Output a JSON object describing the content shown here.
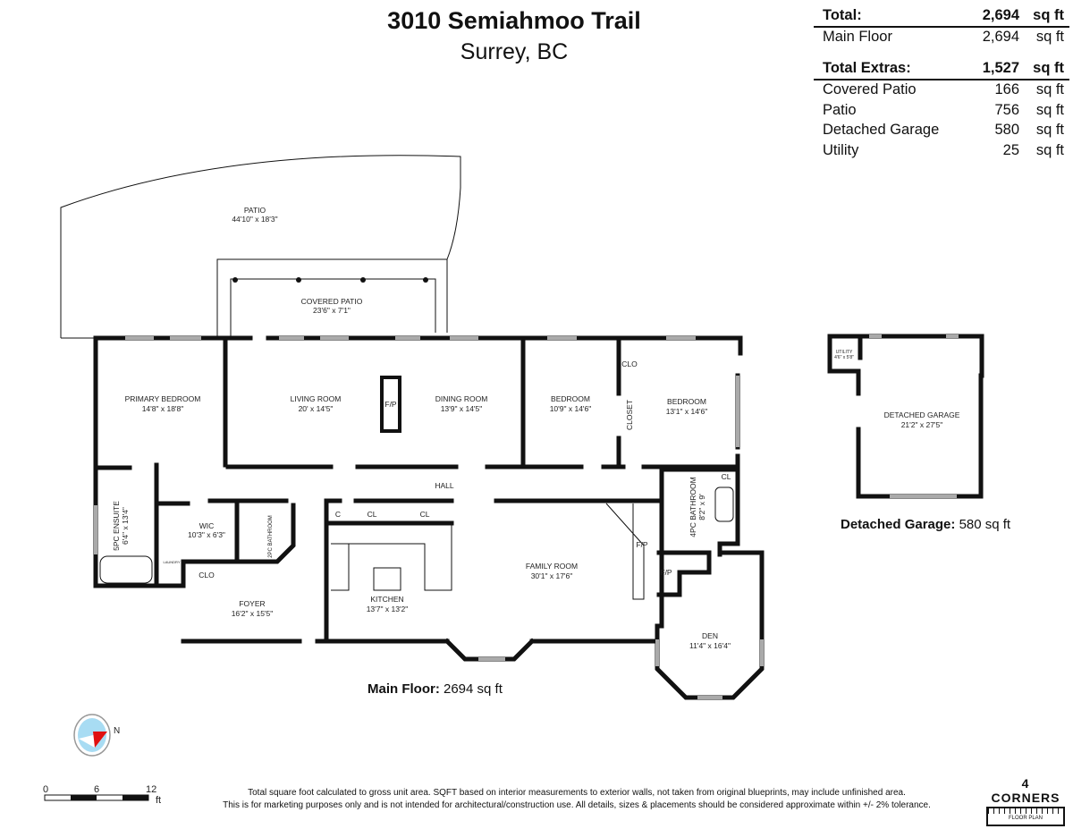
{
  "header": {
    "title": "3010 Semiahmoo Trail",
    "subtitle": "Surrey, BC"
  },
  "area_summary": {
    "total": {
      "label": "Total:",
      "value": "2,694",
      "unit": "sq ft"
    },
    "floors": [
      {
        "label": "Main Floor",
        "value": "2,694",
        "unit": "sq ft"
      }
    ],
    "extras_total": {
      "label": "Total Extras:",
      "value": "1,527",
      "unit": "sq ft"
    },
    "extras": [
      {
        "label": "Covered Patio",
        "value": "166",
        "unit": "sq ft"
      },
      {
        "label": "Patio",
        "value": "756",
        "unit": "sq ft"
      },
      {
        "label": "Detached Garage",
        "value": "580",
        "unit": "sq ft"
      },
      {
        "label": "Utility",
        "value": "25",
        "unit": "sq ft"
      }
    ]
  },
  "rooms": {
    "patio": {
      "name": "PATIO",
      "dims": "44'10\" x 18'3\""
    },
    "covered_patio": {
      "name": "COVERED PATIO",
      "dims": "23'6\" x 7'1\""
    },
    "primary_bedroom": {
      "name": "PRIMARY BEDROOM",
      "dims": "14'8\" x 18'8\""
    },
    "living_room": {
      "name": "LIVING ROOM",
      "dims": "20' x 14'5\""
    },
    "dining_room": {
      "name": "DINING ROOM",
      "dims": "13'9\" x 14'5\""
    },
    "bedroom1": {
      "name": "BEDROOM",
      "dims": "10'9\" x 14'6\""
    },
    "bedroom2": {
      "name": "BEDROOM",
      "dims": "13'1\" x 14'6\""
    },
    "ensuite": {
      "name": "5PC ENSUITE",
      "dims": "6'4\" x 13'4\""
    },
    "wic": {
      "name": "WIC",
      "dims": "10'3\" x 6'3\""
    },
    "bath2": {
      "name": "2PC BATHROOM"
    },
    "bath4": {
      "name": "4PC BATHROOM",
      "dims": "8'2\" x 9'"
    },
    "hall": {
      "name": "HALL"
    },
    "kitchen": {
      "name": "KITCHEN",
      "dims": "13'7\" x 13'2\""
    },
    "family_room": {
      "name": "FAMILY ROOM",
      "dims": "30'1\" x 17'6\""
    },
    "foyer": {
      "name": "FOYER",
      "dims": "16'2\" x 15'5\""
    },
    "den": {
      "name": "DEN",
      "dims": "11'4\" x 16'4\""
    },
    "laundry": {
      "name": "LAUNDRY"
    },
    "garage": {
      "name": "DETACHED GARAGE",
      "dims": "21'2\" x 27'5\""
    },
    "utility": {
      "name": "UTILITY",
      "dims": "4'6\" x 5'8\""
    }
  },
  "fixtures": {
    "clo": "CLO",
    "cl": "CL",
    "c": "C",
    "closet": "CLOSET",
    "fp": "F/P"
  },
  "captions": {
    "main_floor_label": "Main Floor:",
    "main_floor_value": "2694 sq ft",
    "garage_label": "Detached Garage:",
    "garage_value": "580 sq ft"
  },
  "scale_bar": {
    "ticks": [
      "0",
      "6",
      "12"
    ],
    "unit": "ft"
  },
  "compass": {
    "label": "N"
  },
  "disclaimer": [
    "Total square foot calculated to gross unit area. SQFT based on interior measurements to exterior walls, not taken from original blueprints, may include unfinished area.",
    "This is for marketing purposes only and is not intended for architectural/construction use.  All details, sizes & placements should be considered approximate within +/- 2%  tolerance."
  ],
  "logo": {
    "name": "4 CORNERS",
    "tagline": "FLOOR PLAN"
  }
}
